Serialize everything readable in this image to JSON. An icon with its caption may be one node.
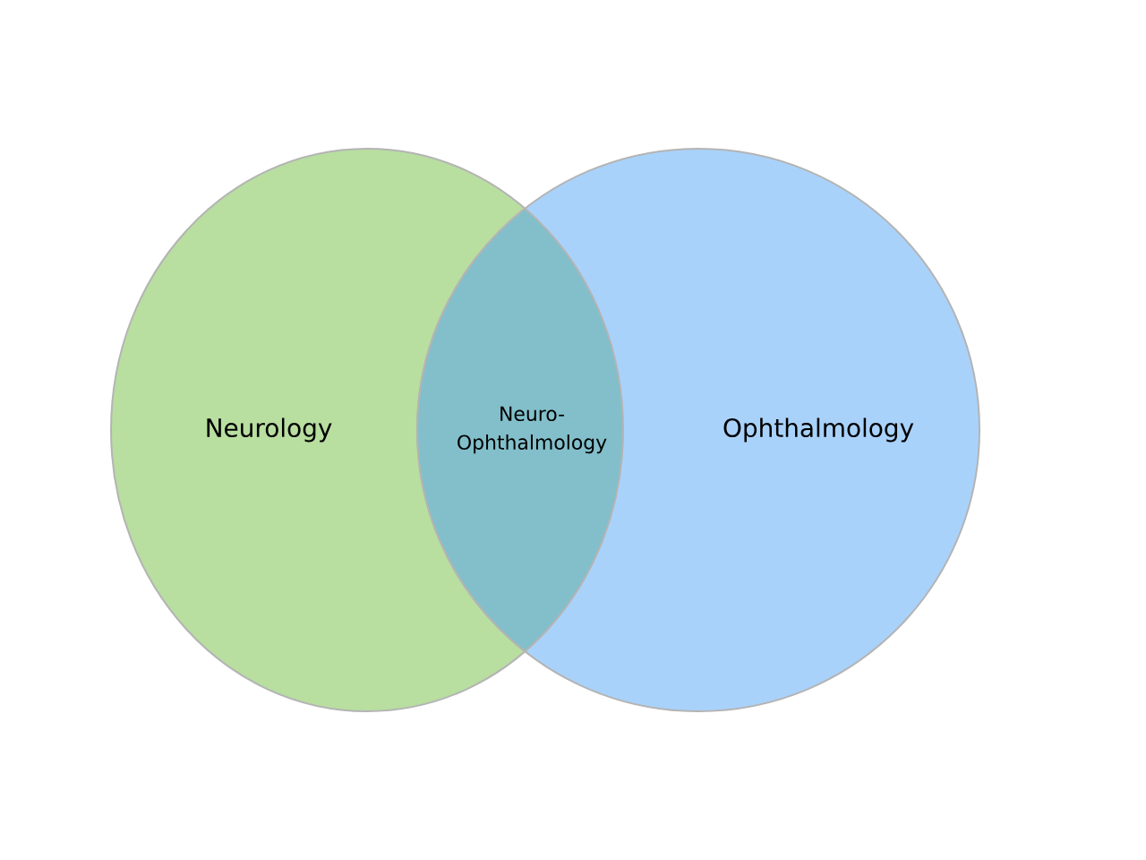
{
  "diagram": {
    "nodes": [
      {
        "text": [
          "Neurology"
        ]
      },
      {
        "text": [
          "Ophthalmology"
        ]
      }
    ],
    "labels": [
      "Neuro-Ophthalmology"
    ]
  }
}
